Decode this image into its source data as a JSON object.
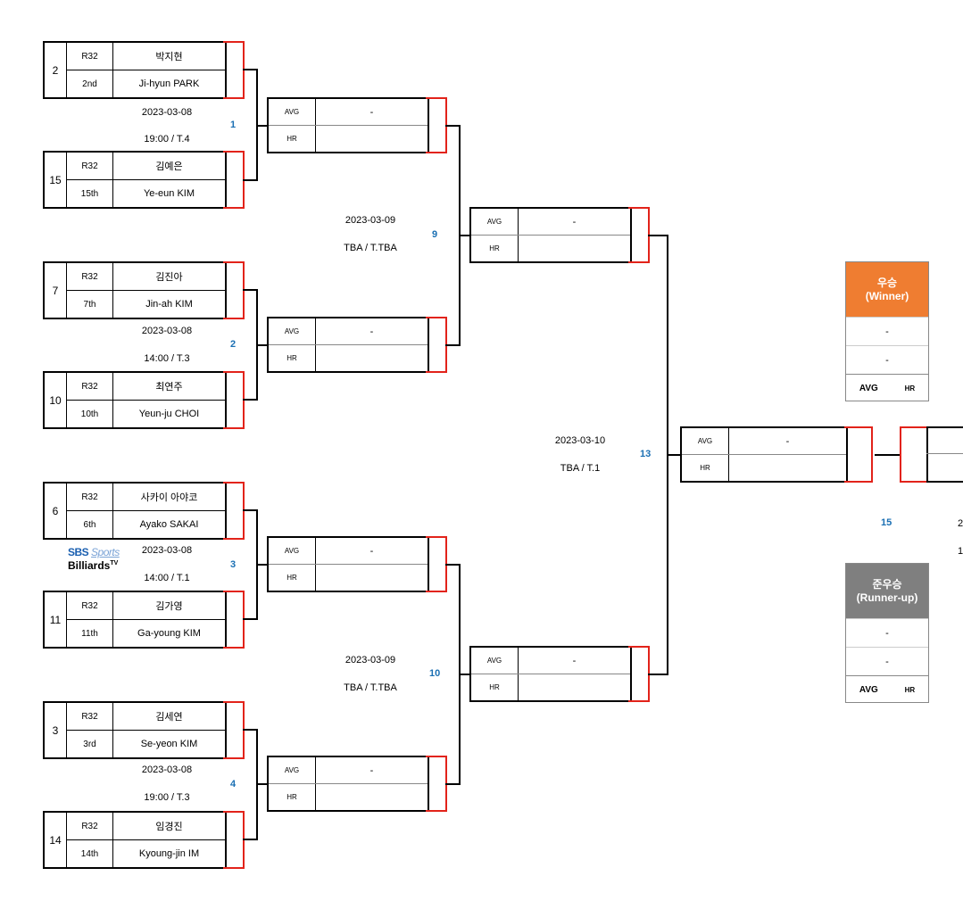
{
  "players": [
    {
      "seed": "2",
      "round": "R32",
      "rank": "2nd",
      "name_kr": "박지현",
      "name_en": "Ji-hyun PARK"
    },
    {
      "seed": "15",
      "round": "R32",
      "rank": "15th",
      "name_kr": "김예은",
      "name_en": "Ye-eun KIM"
    },
    {
      "seed": "7",
      "round": "R32",
      "rank": "7th",
      "name_kr": "김진아",
      "name_en": "Jin-ah KIM"
    },
    {
      "seed": "10",
      "round": "R32",
      "rank": "10th",
      "name_kr": "최연주",
      "name_en": "Yeun-ju CHOI"
    },
    {
      "seed": "6",
      "round": "R32",
      "rank": "6th",
      "name_kr": "사카이 아야코",
      "name_en": "Ayako SAKAI"
    },
    {
      "seed": "11",
      "round": "R32",
      "rank": "11th",
      "name_kr": "김가영",
      "name_en": "Ga-young KIM"
    },
    {
      "seed": "3",
      "round": "R32",
      "rank": "3rd",
      "name_kr": "김세연",
      "name_en": "Se-yeon KIM"
    },
    {
      "seed": "14",
      "round": "R32",
      "rank": "14th",
      "name_kr": "임경진",
      "name_en": "Kyoung-jin IM"
    }
  ],
  "matches": [
    {
      "num": "1",
      "date": "2023-03-08",
      "time": "19:00 / T.4"
    },
    {
      "num": "2",
      "date": "2023-03-08",
      "time": "14:00 / T.3"
    },
    {
      "num": "3",
      "date": "2023-03-08",
      "time": "14:00 / T.1"
    },
    {
      "num": "4",
      "date": "2023-03-08",
      "time": "19:00 / T.3"
    },
    {
      "num": "9",
      "date": "2023-03-09",
      "time": "TBA / T.TBA"
    },
    {
      "num": "10",
      "date": "2023-03-09",
      "time": "TBA / T.TBA"
    },
    {
      "num": "13",
      "date": "2023-03-10",
      "time": "TBA / T.1"
    },
    {
      "num": "15",
      "cut1": "2",
      "cut2": "1"
    }
  ],
  "box_labels": {
    "avg": "AVG",
    "hr": "HR",
    "dash": "-"
  },
  "winner": {
    "title": "우승",
    "subtitle": "(Winner)",
    "val1": "-",
    "val2": "-",
    "avg": "AVG",
    "hr": "HR",
    "color": "#ef7d31"
  },
  "runnerup": {
    "title": "준우승",
    "subtitle": "(Runner-up)",
    "val1": "-",
    "val2": "-",
    "avg": "AVG",
    "hr": "HR",
    "color": "#7f7f7f"
  },
  "logo": {
    "brand": "SBS",
    "sports": "Sports",
    "billiards": "Billiards",
    "tv": "TV"
  }
}
